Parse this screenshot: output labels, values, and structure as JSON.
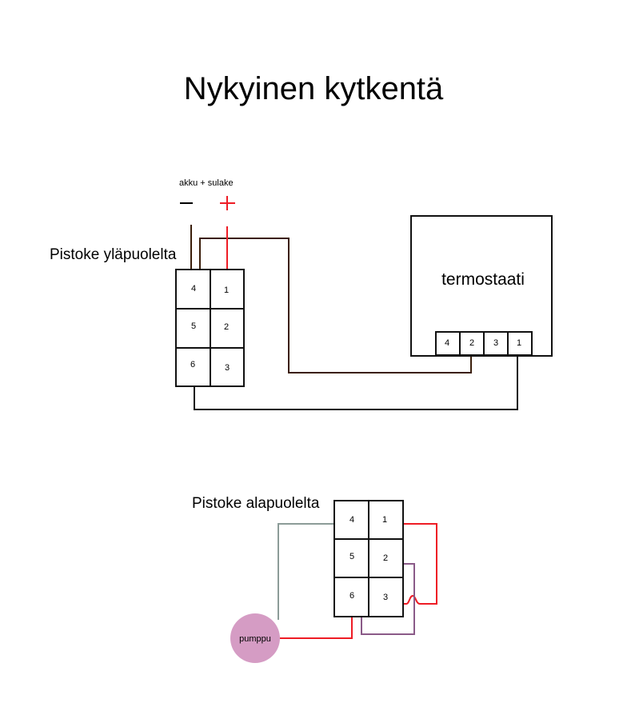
{
  "title": "Nykyinen kytkentä",
  "power": {
    "label": "akku + sulake",
    "minus": "−",
    "plus": "+"
  },
  "top_connector": {
    "label": "Pistoke yläpuolelta",
    "pins": [
      "4",
      "1",
      "5",
      "2",
      "6",
      "3"
    ]
  },
  "thermostat": {
    "label": "termostaati",
    "terminals": [
      "4",
      "2",
      "3",
      "1"
    ]
  },
  "bottom_connector": {
    "label": "Pistoke alapuolelta",
    "pins": [
      "4",
      "1",
      "5",
      "2",
      "6",
      "3"
    ]
  },
  "pump": {
    "label": "pumppu"
  },
  "colors": {
    "brown": "#3b1f0b",
    "red": "#ee1c25",
    "black": "#111111",
    "gray": "#8c9c98",
    "purple": "#8a5a88",
    "pump": "#d59cc4"
  }
}
